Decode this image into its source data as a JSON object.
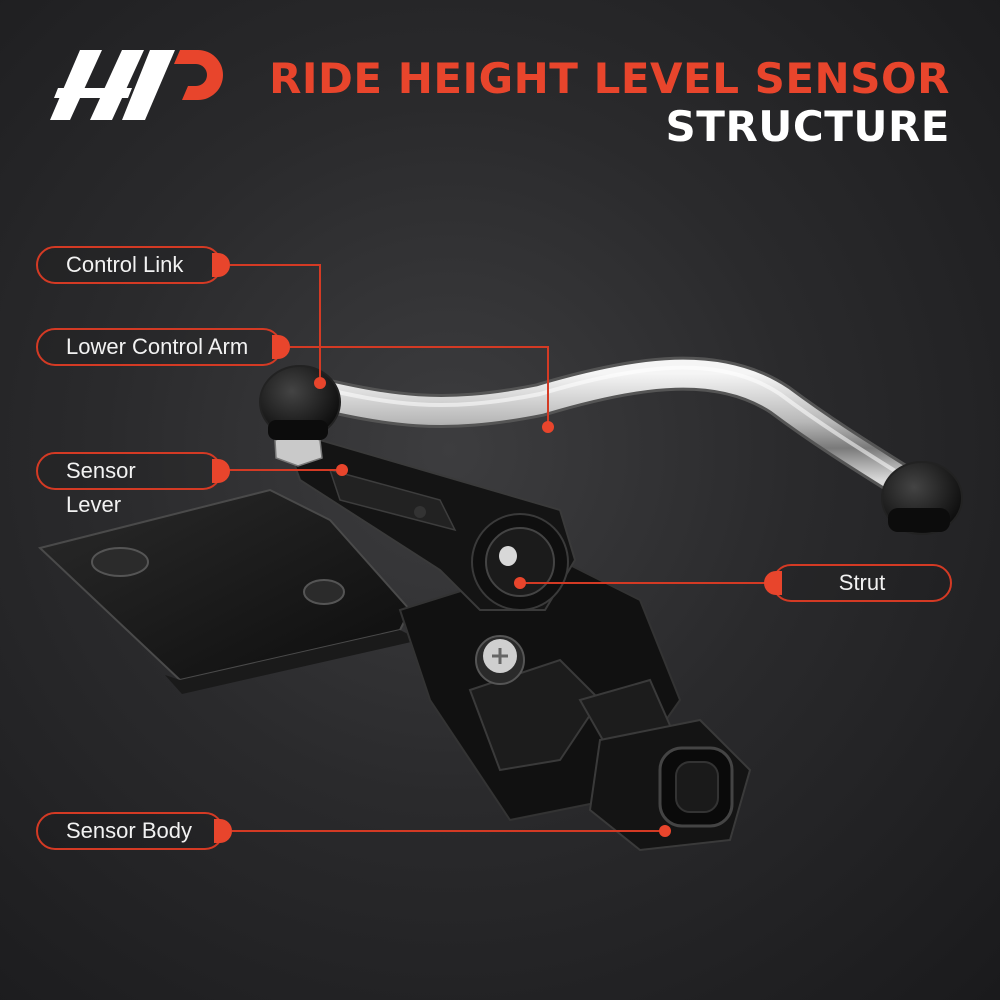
{
  "header": {
    "title_line1": "RIDE HEIGHT LEVEL SENSOR",
    "title_line2": "STRUCTURE"
  },
  "colors": {
    "accent": "#e8452c",
    "background": "#2a2a2c",
    "text": "#ffffff"
  },
  "callouts": {
    "control_link": "Control Link",
    "lower_control_arm": "Lower Control Arm",
    "sensor_lever": "Sensor Lever",
    "strut": "Strut",
    "sensor_body": "Sensor Body"
  },
  "image": {
    "subject": "ride-height-sensor-illustration",
    "logo": "brand-logo"
  }
}
